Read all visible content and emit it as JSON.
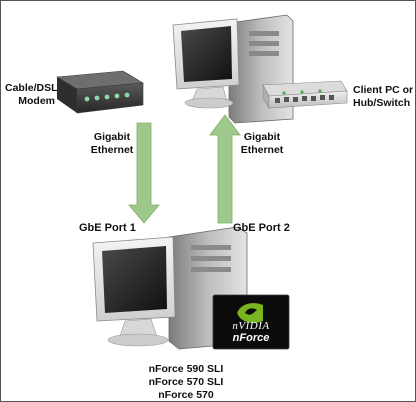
{
  "labels": {
    "modem": [
      "Cable/DSL",
      "Modem"
    ],
    "client": [
      "Client PC or",
      "Hub/Switch"
    ],
    "link_left": [
      "Gigabit",
      "Ethernet"
    ],
    "link_right": [
      "Gigabit",
      "Ethernet"
    ],
    "port1": "GbE Port 1",
    "port2": "GbE Port 2",
    "chipsets": [
      "nForce 590 SLI",
      "nForce 570 SLI",
      "nForce 570"
    ]
  },
  "badge": {
    "brand": "nVIDIA",
    "product": "nForce"
  },
  "colors": {
    "arrow_fill": "#9ec98a",
    "arrow_edge": "#7fae6a",
    "badge_bg": "#0b0b0b",
    "nvidia_green": "#78b51e"
  }
}
